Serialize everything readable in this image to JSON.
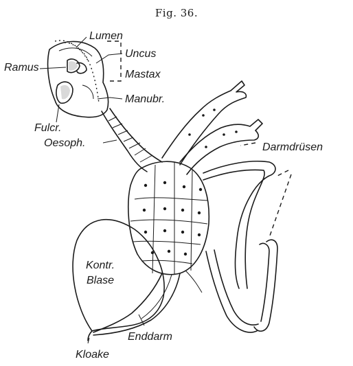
{
  "figure_title": "Fig. 36.",
  "labels": {
    "lumen": "Lumen",
    "ramus": "Ramus",
    "uncus": "Uncus",
    "mastax": "Mastax",
    "manubr": "Manubr.",
    "fulcr": "Fulcr.",
    "oesoph": "Oesoph.",
    "darmdruesen": "Darmdrüsen",
    "kontr": "Kontr.",
    "blase": "Blase",
    "enddarm": "Enddarm",
    "kloake": "Kloake"
  },
  "colors": {
    "ink": "#1a1a1a",
    "paper": "#ffffff"
  }
}
